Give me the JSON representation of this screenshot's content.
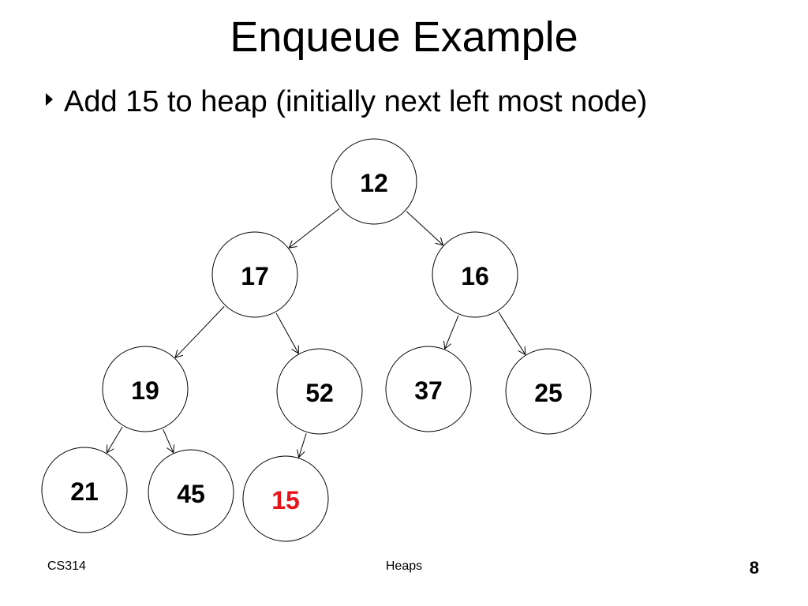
{
  "slide": {
    "title": "Enqueue Example",
    "bullet": "Add 15 to heap (initially next left most node)"
  },
  "heap": {
    "nodes": [
      {
        "id": "n12",
        "value": "12"
      },
      {
        "id": "n17",
        "value": "17"
      },
      {
        "id": "n16",
        "value": "16"
      },
      {
        "id": "n19",
        "value": "19"
      },
      {
        "id": "n52",
        "value": "52"
      },
      {
        "id": "n37",
        "value": "37"
      },
      {
        "id": "n25",
        "value": "25"
      },
      {
        "id": "n21",
        "value": "21"
      },
      {
        "id": "n45",
        "value": "45"
      },
      {
        "id": "n15",
        "value": "15",
        "highlight": true
      }
    ],
    "edges": [
      [
        "n12",
        "n17"
      ],
      [
        "n12",
        "n16"
      ],
      [
        "n17",
        "n19"
      ],
      [
        "n17",
        "n52"
      ],
      [
        "n16",
        "n37"
      ],
      [
        "n16",
        "n25"
      ],
      [
        "n19",
        "n21"
      ],
      [
        "n19",
        "n45"
      ],
      [
        "n52",
        "n15"
      ]
    ],
    "highlight_color": "#e8141b"
  },
  "footer": {
    "course": "CS314",
    "topic": "Heaps",
    "page": "8"
  }
}
